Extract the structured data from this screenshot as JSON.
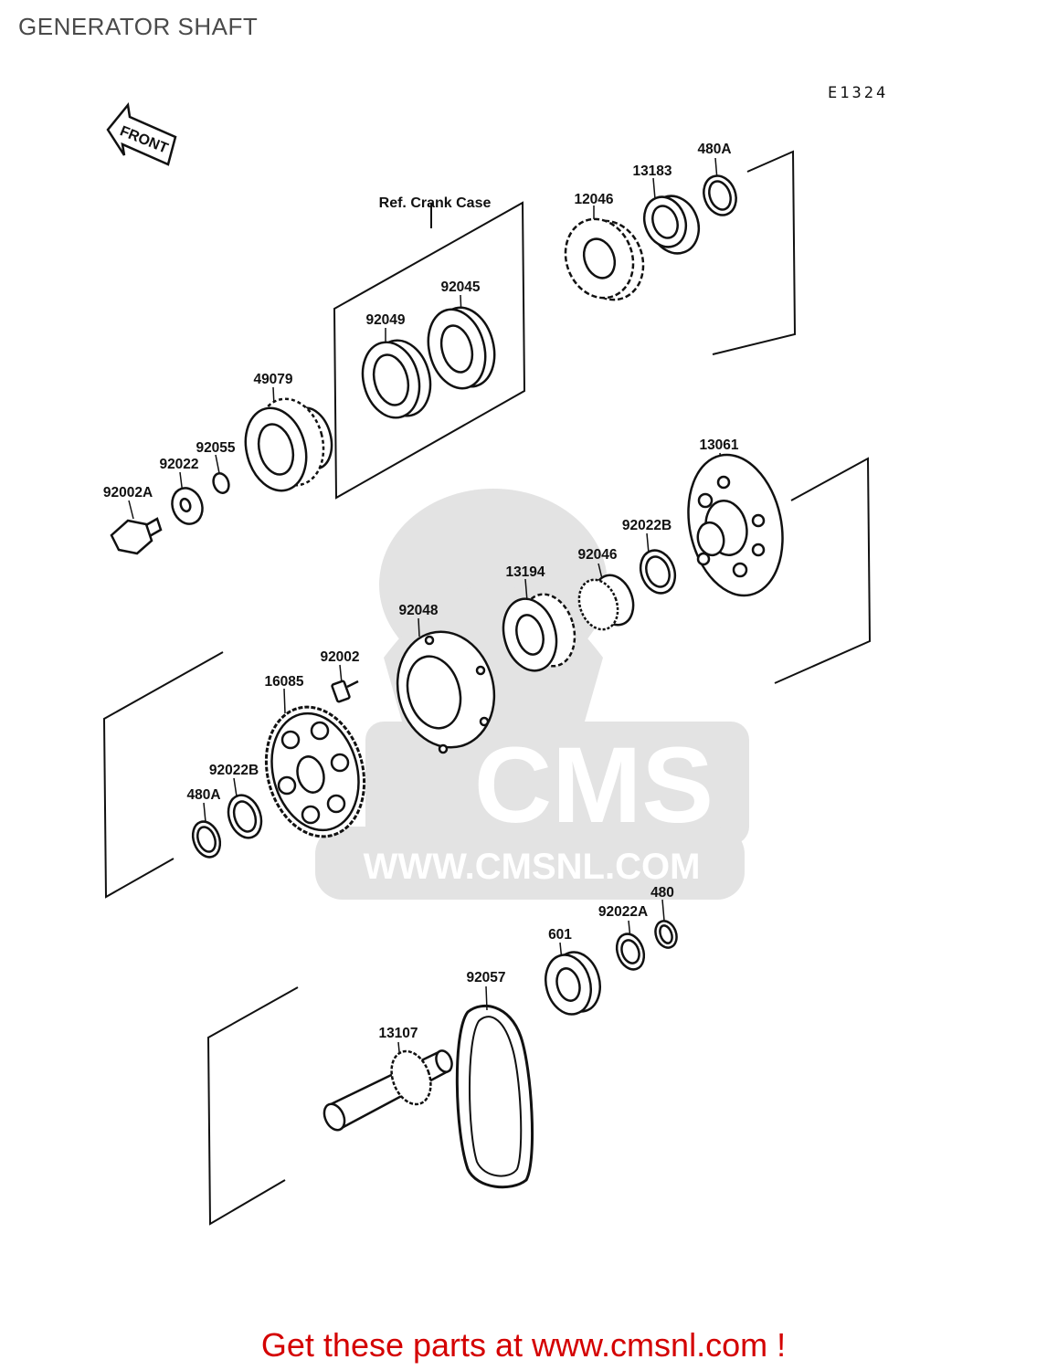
{
  "title": "GENERATOR SHAFT",
  "diagram_code": "E1324",
  "front_arrow_label": "FRONT",
  "ref_label": "Ref. Crank Case",
  "watermark": {
    "brand": "CMS",
    "url": "WWW.CMSNL.COM"
  },
  "footer": "Get these parts at www.cmsnl.com !",
  "parts": {
    "p480a_top": "480A",
    "p13183": "13183",
    "p12046": "12046",
    "p92045": "92045",
    "p92049": "92049",
    "p49079": "49079",
    "p92055": "92055",
    "p92022": "92022",
    "p92002a": "92002A",
    "p13061": "13061",
    "p92022b_right": "92022B",
    "p92046": "92046",
    "p13194": "13194",
    "p92048": "92048",
    "p92002": "92002",
    "p16085": "16085",
    "p92022b_left": "92022B",
    "p480a_left": "480A",
    "p480": "480",
    "p92022a": "92022A",
    "p601": "601",
    "p92057": "92057",
    "p13107": "13107"
  }
}
